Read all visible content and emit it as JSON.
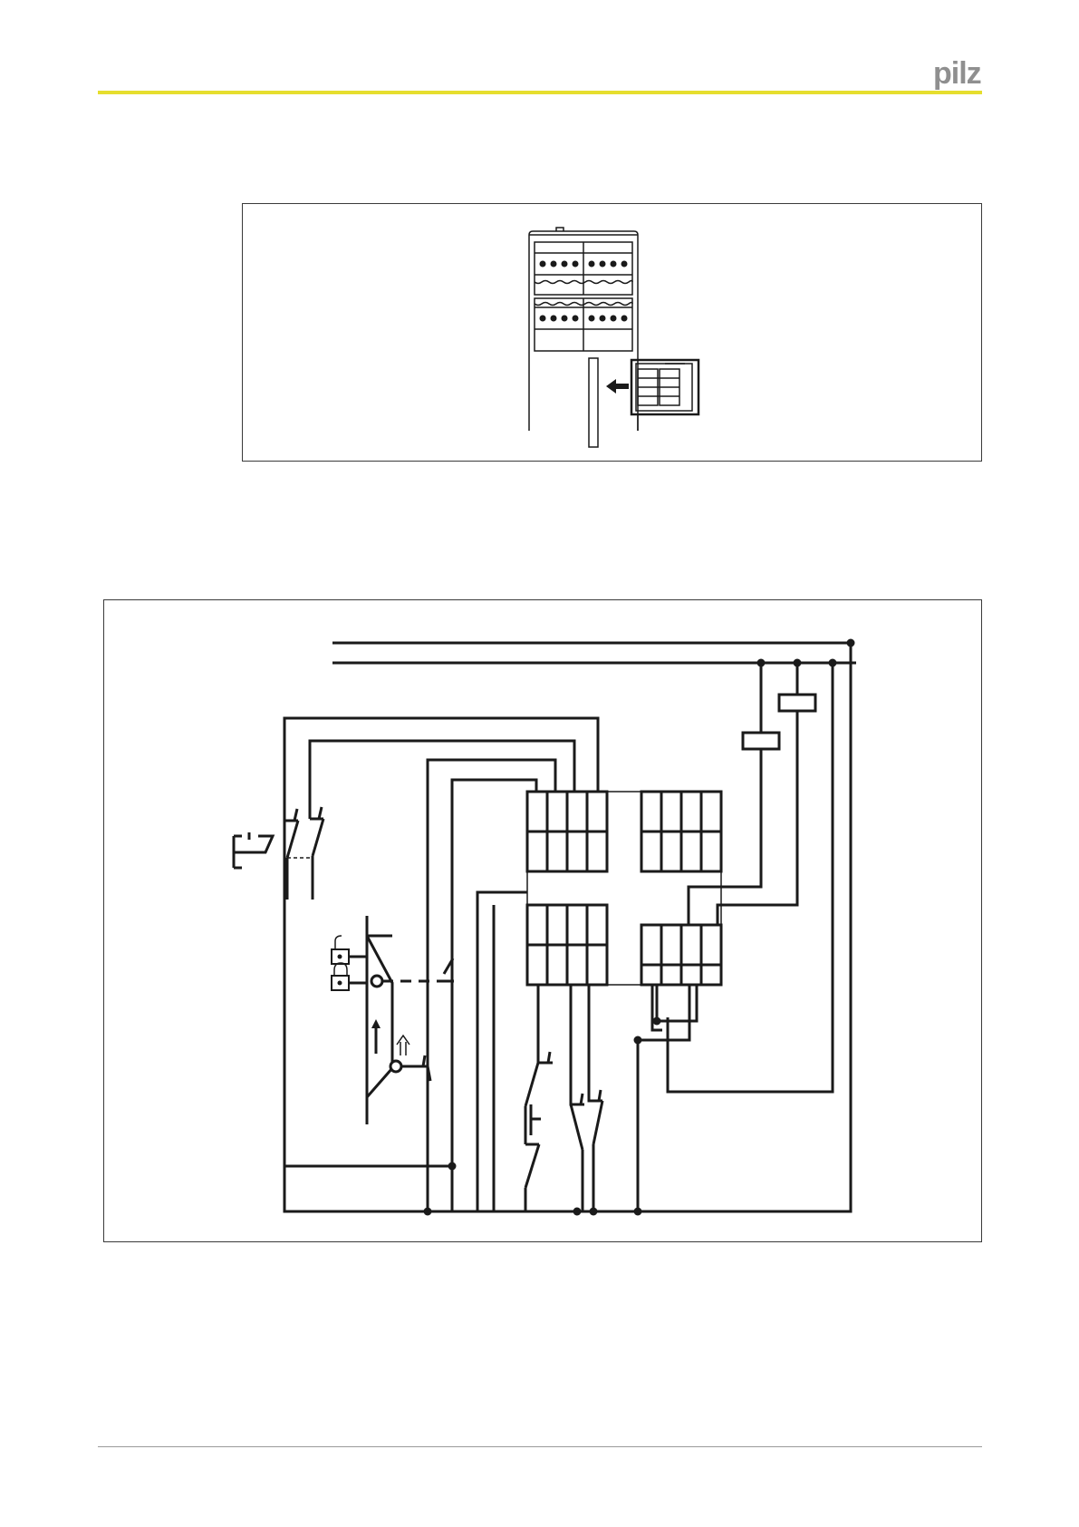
{
  "header": {
    "logo_text": "pilz",
    "accent_color": "#e6de2e",
    "logo_color": "#8f8f8f"
  },
  "figures": [
    {
      "description": "module-insertion"
    },
    {
      "description": "wiring-diagram"
    }
  ]
}
